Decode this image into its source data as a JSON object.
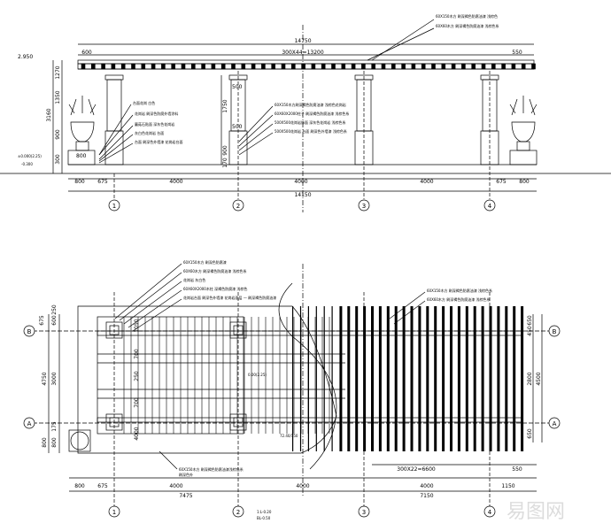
{
  "elevation": {
    "dims_top": [
      "14750",
      "600",
      "300X44=13200",
      "550"
    ],
    "dims_bottom": [
      "800",
      "675",
      "4000",
      "4000",
      "4000",
      "675",
      "800"
    ],
    "dim_total_bottom": "14150",
    "dims_left": [
      "1270",
      "1350",
      "900",
      "300"
    ],
    "dims_mid": [
      "500",
      "1750",
      "500",
      "900",
      "170"
    ],
    "level_top": "2.950",
    "level_mid": "±0.000(2.25)",
    "level_low": "-0.300",
    "base_label": "800",
    "grid_labels": [
      "1",
      "2",
      "3",
      "4"
    ],
    "notes_top": [
      "60X150木方 刷深褐色防腐油漆 浅棕色",
      "60X60木方 刷深褐色防腐油漆 浅棕色系"
    ],
    "notes_left": [
      "台面花岗 白色",
      "花岗岩 刷深色防腐外墙涂料",
      "蘑菇石贴面 深灰色花岗岩",
      "灰白色花岗岩 台面",
      "台面 刷深色外墙漆 花岗岩台面"
    ],
    "notes_mid": [
      "60X150木方刷深褐色防腐油漆 浅棕色花岗岩",
      "60X60X2000柱子 刷深褐色防腐油漆 浅棕色系",
      "500X500花岗岩饰面 深灰色花岗岩 浅棕色系",
      "500X500花岗岩 台面 刷深色外墙漆 浅棕色系"
    ]
  },
  "plan": {
    "dims_left": [
      "675",
      "250",
      "600",
      "4750",
      "3000",
      "700",
      "800",
      "800",
      "175"
    ],
    "dims_inner": [
      "1050",
      "700",
      "250",
      "1750",
      "700",
      "4000"
    ],
    "dims_right": [
      "650",
      "450",
      "2800",
      "4500",
      "650",
      "450"
    ],
    "dims_bottom": [
      "800",
      "675",
      "4000",
      "4000",
      "1150"
    ],
    "dims_total": [
      "7475",
      "7150"
    ],
    "dim_right_top": "550",
    "dim_rafters": "300X22=6600",
    "level_center": "0.00(2.25)",
    "level_small": "72.40/150",
    "grid_labels": [
      "1",
      "2",
      "3",
      "4"
    ],
    "row_labels": [
      "B",
      "A"
    ],
    "notes_top": [
      "60X150木方 刷深色防腐漆",
      "60X60木方 刷深褐色防腐油漆 浅棕色系",
      "花岗岩 灰白色",
      "60X60X2000木柱 深褐色防腐漆 浅棕色",
      "花岗岩台面 刷深色外墙漆 花岗岩面层 一 刷深褐色防腐油漆"
    ],
    "notes_right": [
      "60X150木方 刷深褐色防腐油漆 浅棕色系",
      "60X60木方 刷深褐色防腐油漆 浅棕色系"
    ],
    "note_bottom": [
      "60X150木方 刷深褐色防腐油漆浅棕色系",
      "刷深色外"
    ],
    "scale_note": [
      "1:L-0.20",
      "BL-0.50"
    ]
  },
  "watermark": "易图网"
}
